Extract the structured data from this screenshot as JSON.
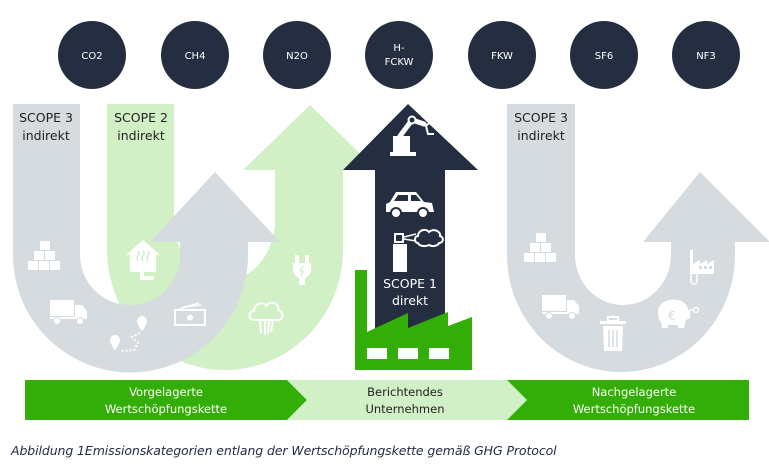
{
  "colors": {
    "navy": "#252e40",
    "gray": "#d5dbdf",
    "light_green": "#d1f0c6",
    "green": "#33ad07",
    "white": "#ffffff"
  },
  "gases": [
    {
      "label": "CO2"
    },
    {
      "label": "CH4"
    },
    {
      "label": "N2O"
    },
    {
      "label_line1": "H-",
      "label_line2": "FCKW"
    },
    {
      "label": "FKW"
    },
    {
      "label": "SF6"
    },
    {
      "label": "NF3"
    }
  ],
  "scopes": {
    "scope3_upstream": {
      "title": "SCOPE 3",
      "subtitle": "indirekt",
      "icons": [
        "boxes-icon",
        "truck-icon",
        "route-icon",
        "money-icon"
      ]
    },
    "scope2": {
      "title": "SCOPE 2",
      "subtitle": "indirekt",
      "icons": [
        "heated-house-icon",
        "plug-icon",
        "steam-cloud-icon"
      ]
    },
    "scope1": {
      "title": "SCOPE 1",
      "subtitle": "direkt",
      "icons": [
        "robot-arm-icon",
        "car-icon",
        "spray-can-icon",
        "factory-icon"
      ]
    },
    "scope3_downstream": {
      "title": "SCOPE 3",
      "subtitle": "indirekt",
      "icons": [
        "boxes-icon",
        "truck-icon",
        "trash-icon",
        "piggy-bank-icon",
        "industry-icon"
      ]
    }
  },
  "value_chain": [
    {
      "line1": "Vorgelagerte",
      "line2": "Wertschöpfungskette"
    },
    {
      "line1": "Berichtendes",
      "line2": "Unternehmen"
    },
    {
      "line1": "Nachgelagerte",
      "line2": "Wertschöpfungskette"
    }
  ],
  "caption": "Abbildung 1Emissionskategorien entlang der Wertschöpfungskette gemäß GHG Protocol"
}
